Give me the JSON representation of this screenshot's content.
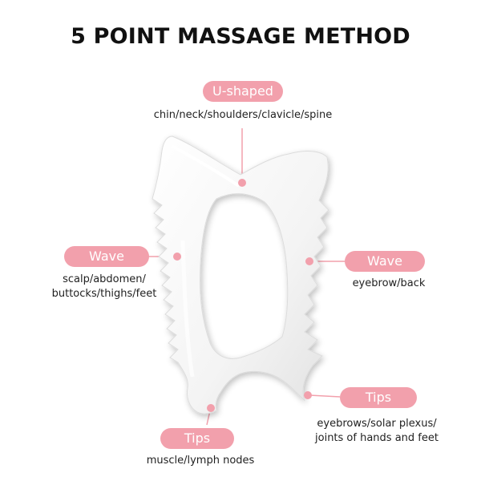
{
  "title": "5 POINT MASSAGE METHOD",
  "colors": {
    "pill": "#f2a0ac",
    "dot": "#f2a0ac",
    "line": "#f2a0ac",
    "stone": "#f4f4f4"
  },
  "points": {
    "u_shaped": {
      "label": "U-shaped",
      "desc": "chin/neck/shoulders/clavicle/spine"
    },
    "wave_left": {
      "label": "Wave",
      "desc_lines": [
        "scalp/abdomen/",
        "buttocks/thighs/feet"
      ]
    },
    "wave_right": {
      "label": "Wave",
      "desc": "eyebrow/back"
    },
    "tips_right": {
      "label": "Tips",
      "desc_lines": [
        "eyebrows/solar plexus/",
        "joints of hands and feet"
      ]
    },
    "tips_bottom": {
      "label": "Tips",
      "desc": "muscle/lymph nodes"
    }
  }
}
